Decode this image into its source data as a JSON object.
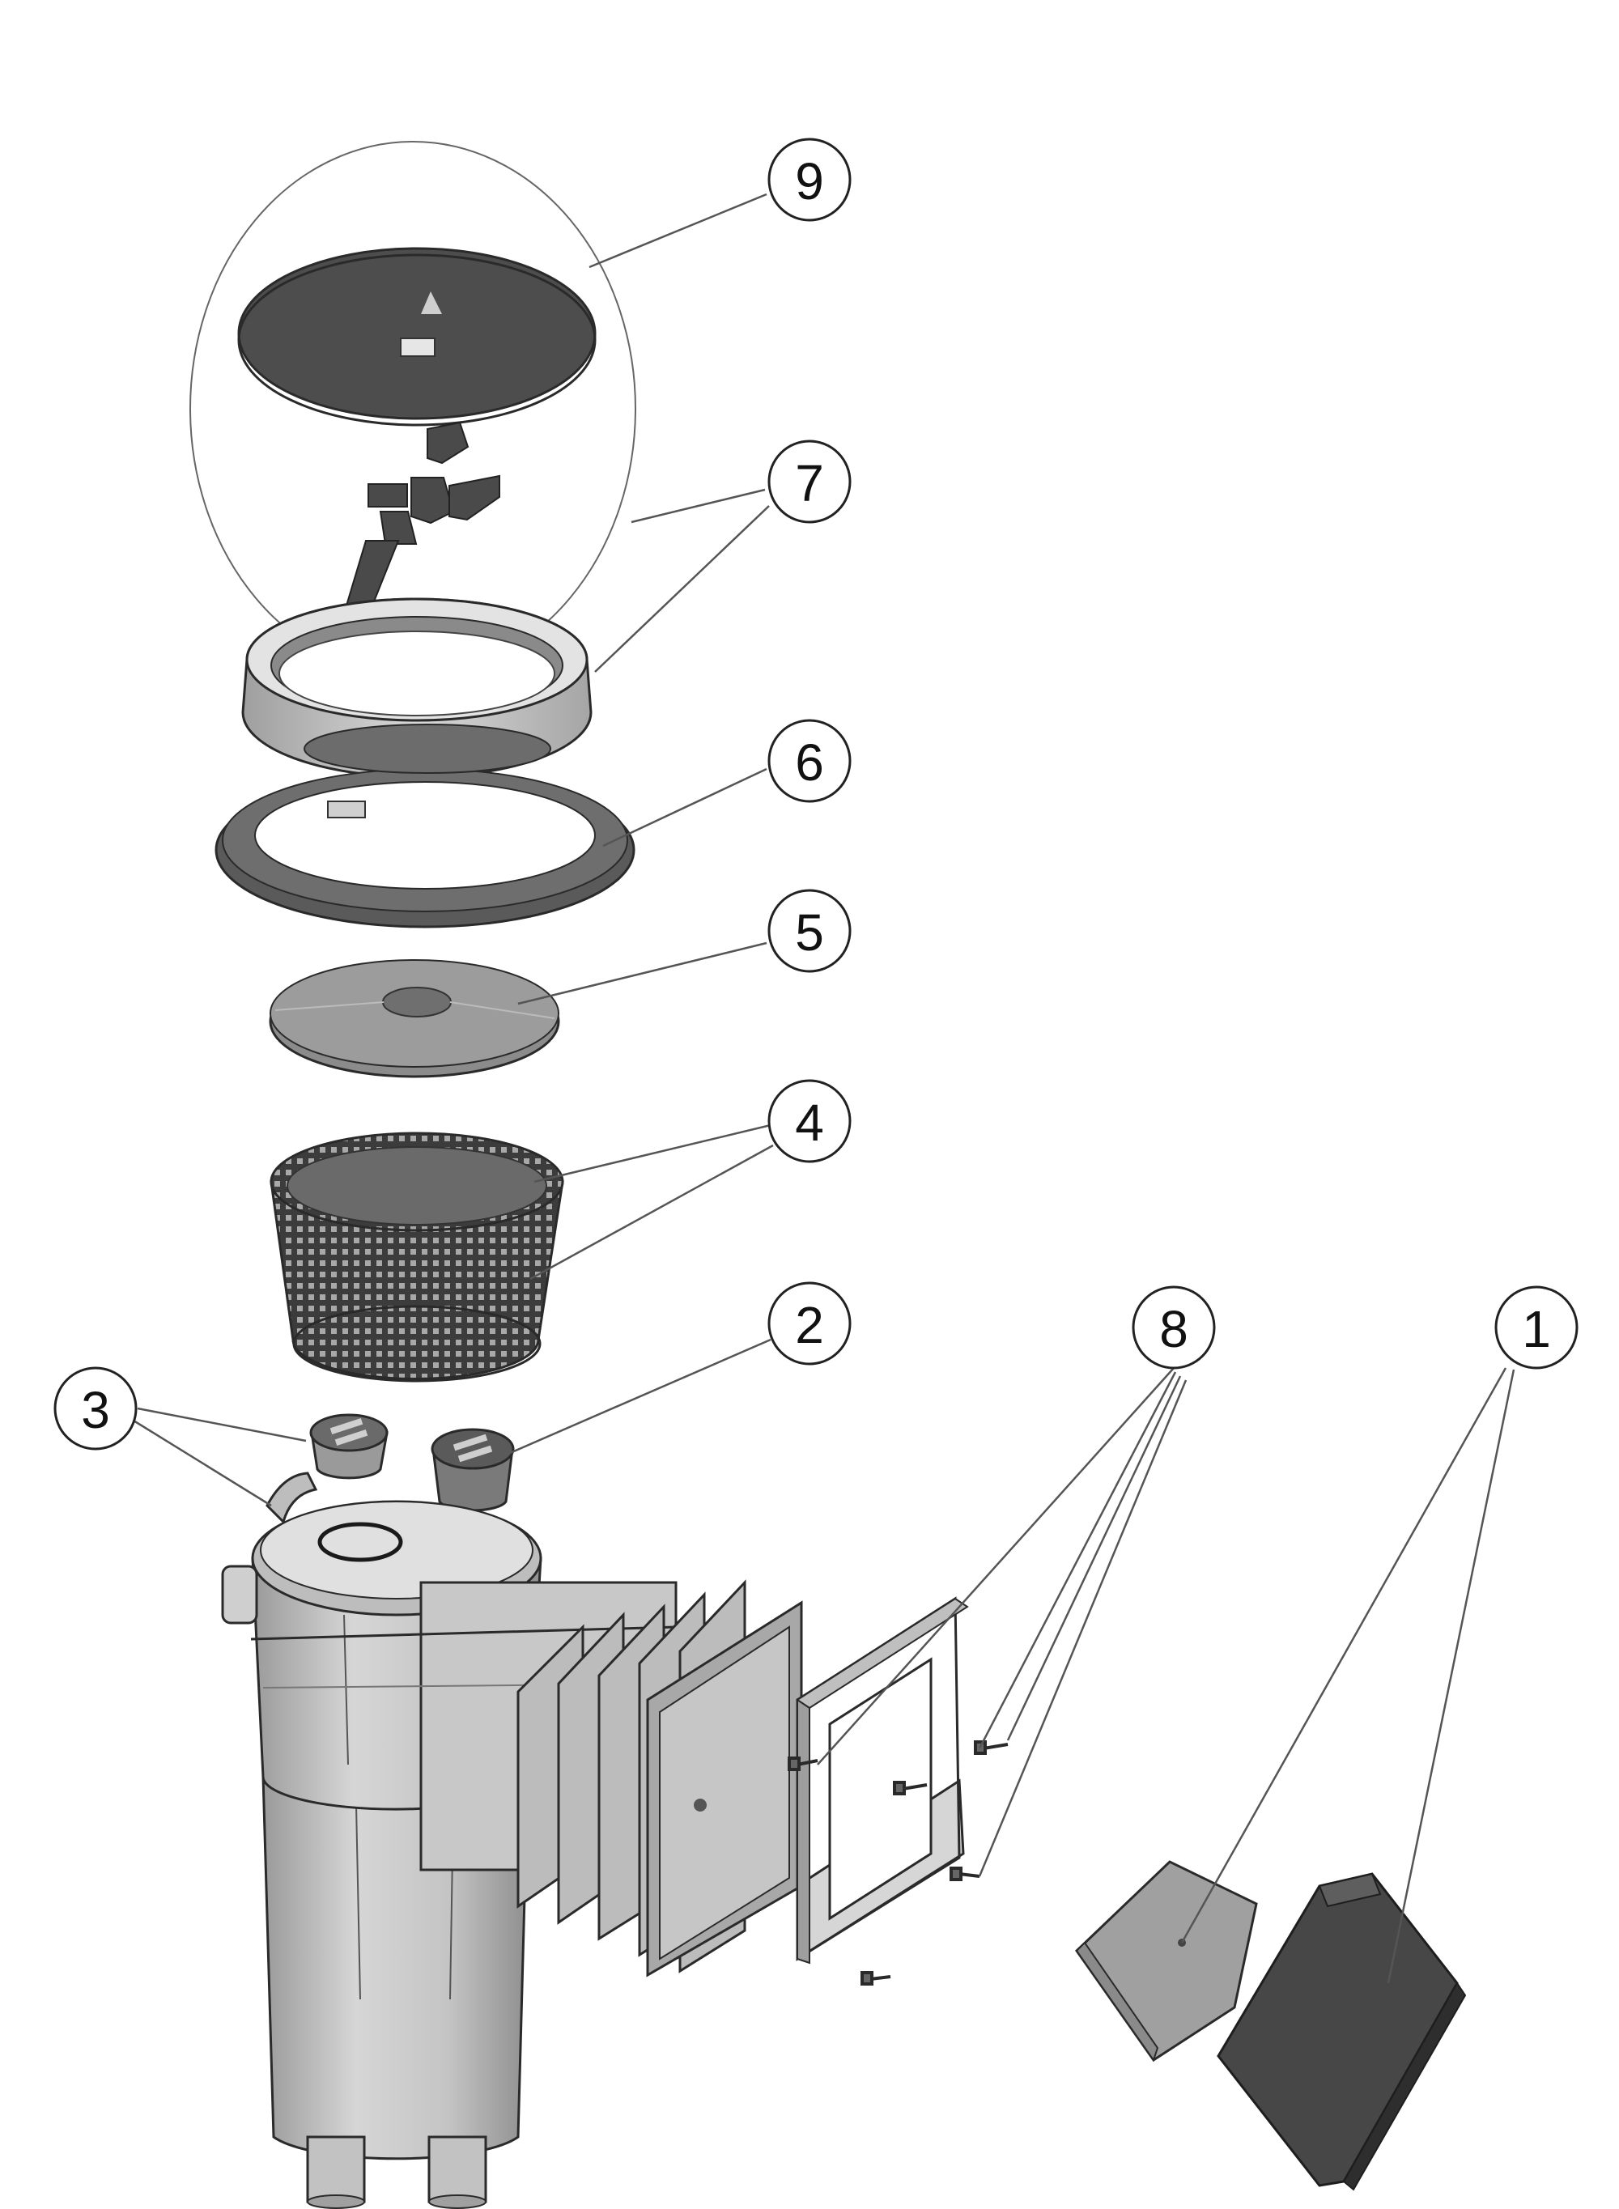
{
  "diagram": {
    "type": "exploded-parts-view",
    "callouts": [
      {
        "id": "part-9",
        "label": "9"
      },
      {
        "id": "part-7",
        "label": "7"
      },
      {
        "id": "part-6",
        "label": "6"
      },
      {
        "id": "part-5",
        "label": "5"
      },
      {
        "id": "part-4",
        "label": "4"
      },
      {
        "id": "part-2",
        "label": "2"
      },
      {
        "id": "part-3",
        "label": "3"
      },
      {
        "id": "part-8",
        "label": "8"
      },
      {
        "id": "part-1",
        "label": "1"
      }
    ],
    "colors": {
      "background": "#ffffff",
      "dark_part": "#4a4a4a",
      "mid_part": "#8c8c8c",
      "light_part": "#cfcfcf",
      "outline": "#2a2a2a",
      "leader": "#555555"
    }
  }
}
